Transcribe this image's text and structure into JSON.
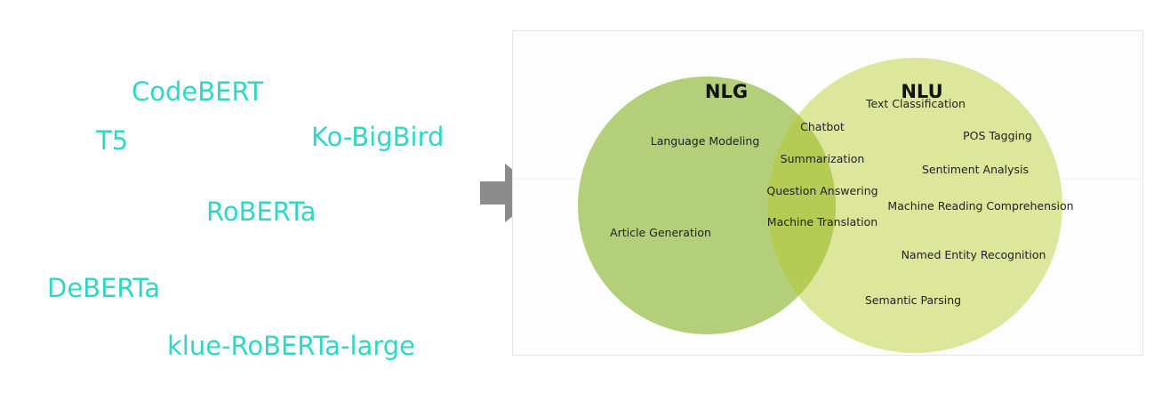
{
  "models": [
    "CodeBERT",
    "T5",
    "Ko-BigBird",
    "RoBERTa",
    "DeBERTa",
    "klue-RoBERTa-large"
  ],
  "venn": {
    "left": {
      "title": "NLG",
      "items": [
        "Language Modeling",
        "Article Generation"
      ]
    },
    "overlap": {
      "items": [
        "Chatbot",
        "Summarization",
        "Question Answering",
        "Machine Translation"
      ]
    },
    "right": {
      "title": "NLU",
      "items": [
        "Text Classification",
        "POS Tagging",
        "Sentiment Analysis",
        "Machine Reading Comprehension",
        "Named Entity Recognition",
        "Semantic Parsing"
      ]
    }
  },
  "colors": {
    "model_text": "#2ed8c3",
    "arrow": "#8c8c8c",
    "nlg_circle": "#b3cf7a",
    "nlu_circle": "#dde79b",
    "overlap": "#b5cc54"
  }
}
